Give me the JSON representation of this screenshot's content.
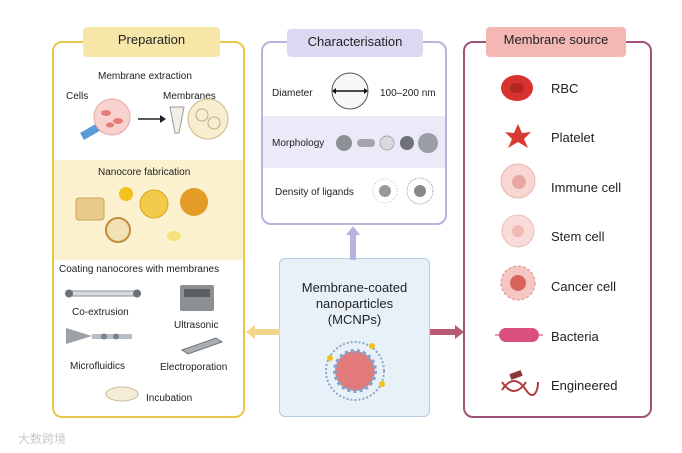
{
  "preparation": {
    "title": "Preparation",
    "extraction": {
      "title": "Membrane extraction",
      "cells": "Cells",
      "membranes": "Membranes"
    },
    "nanocore": {
      "title": "Nanocore fabrication"
    },
    "coating": {
      "title": "Coating nanocores with membranes",
      "co_extrusion": "Co-extrusion",
      "ultrasonic": "Ultrasonic",
      "microfluidics": "Microfluidics",
      "electroporation": "Electroporation",
      "incubation": "Incubation"
    }
  },
  "characterisation": {
    "title": "Characterisation",
    "diameter": "Diameter",
    "diameter_value": "100–200 nm",
    "morphology": "Morphology",
    "density": "Density of ligands"
  },
  "center": {
    "line1": "Membrane-coated",
    "line2": "nanoparticles",
    "line3": "(MCNPs)"
  },
  "source": {
    "title": "Membrane source",
    "items": [
      "RBC",
      "Platelet",
      "Immune cell",
      "Stem cell",
      "Cancer cell",
      "Bacteria",
      "Engineered"
    ]
  },
  "watermark": "大数跨境",
  "colors": {
    "prep_border": "#e8c84a",
    "prep_tab": "#f6e7a8",
    "char_border": "#b9b3dd",
    "char_tab": "#dcd8f2",
    "src_border": "#a0527a",
    "src_tab": "#f4b7b4",
    "center_bg": "#e9f1f8"
  }
}
